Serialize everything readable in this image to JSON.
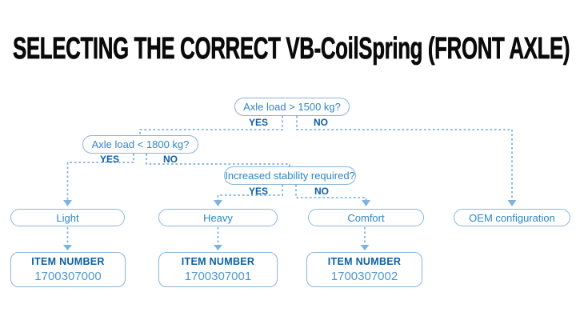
{
  "title": "SELECTING THE CORRECT VB-CoilSpring (FRONT AXLE)",
  "colors": {
    "title_text": "#0a0a0a",
    "box_border": "#8ab5dc",
    "question_text": "#2e86c8",
    "yes_no_text": "#0b5fa6",
    "item_heading_text": "#0b5fa6",
    "item_number_text": "#4f97cd",
    "connector_line": "#7fb2dc",
    "background": "#ffffff"
  },
  "flowchart": {
    "decisions": [
      {
        "question": "Axle load > 1500 kg?",
        "yes_label": "YES",
        "no_label": "NO"
      },
      {
        "question": "Axle load < 1800 kg?",
        "yes_label": "YES",
        "no_label": "NO"
      },
      {
        "question": "Increased stability required?",
        "yes_label": "YES",
        "no_label": "NO"
      }
    ],
    "results": [
      {
        "label": "Light"
      },
      {
        "label": "Heavy"
      },
      {
        "label": "Comfort"
      },
      {
        "label": "OEM configuration"
      }
    ],
    "items": [
      {
        "heading": "ITEM NUMBER",
        "number": "1700307000"
      },
      {
        "heading": "ITEM NUMBER",
        "number": "1700307001"
      },
      {
        "heading": "ITEM NUMBER",
        "number": "1700307002"
      }
    ]
  }
}
